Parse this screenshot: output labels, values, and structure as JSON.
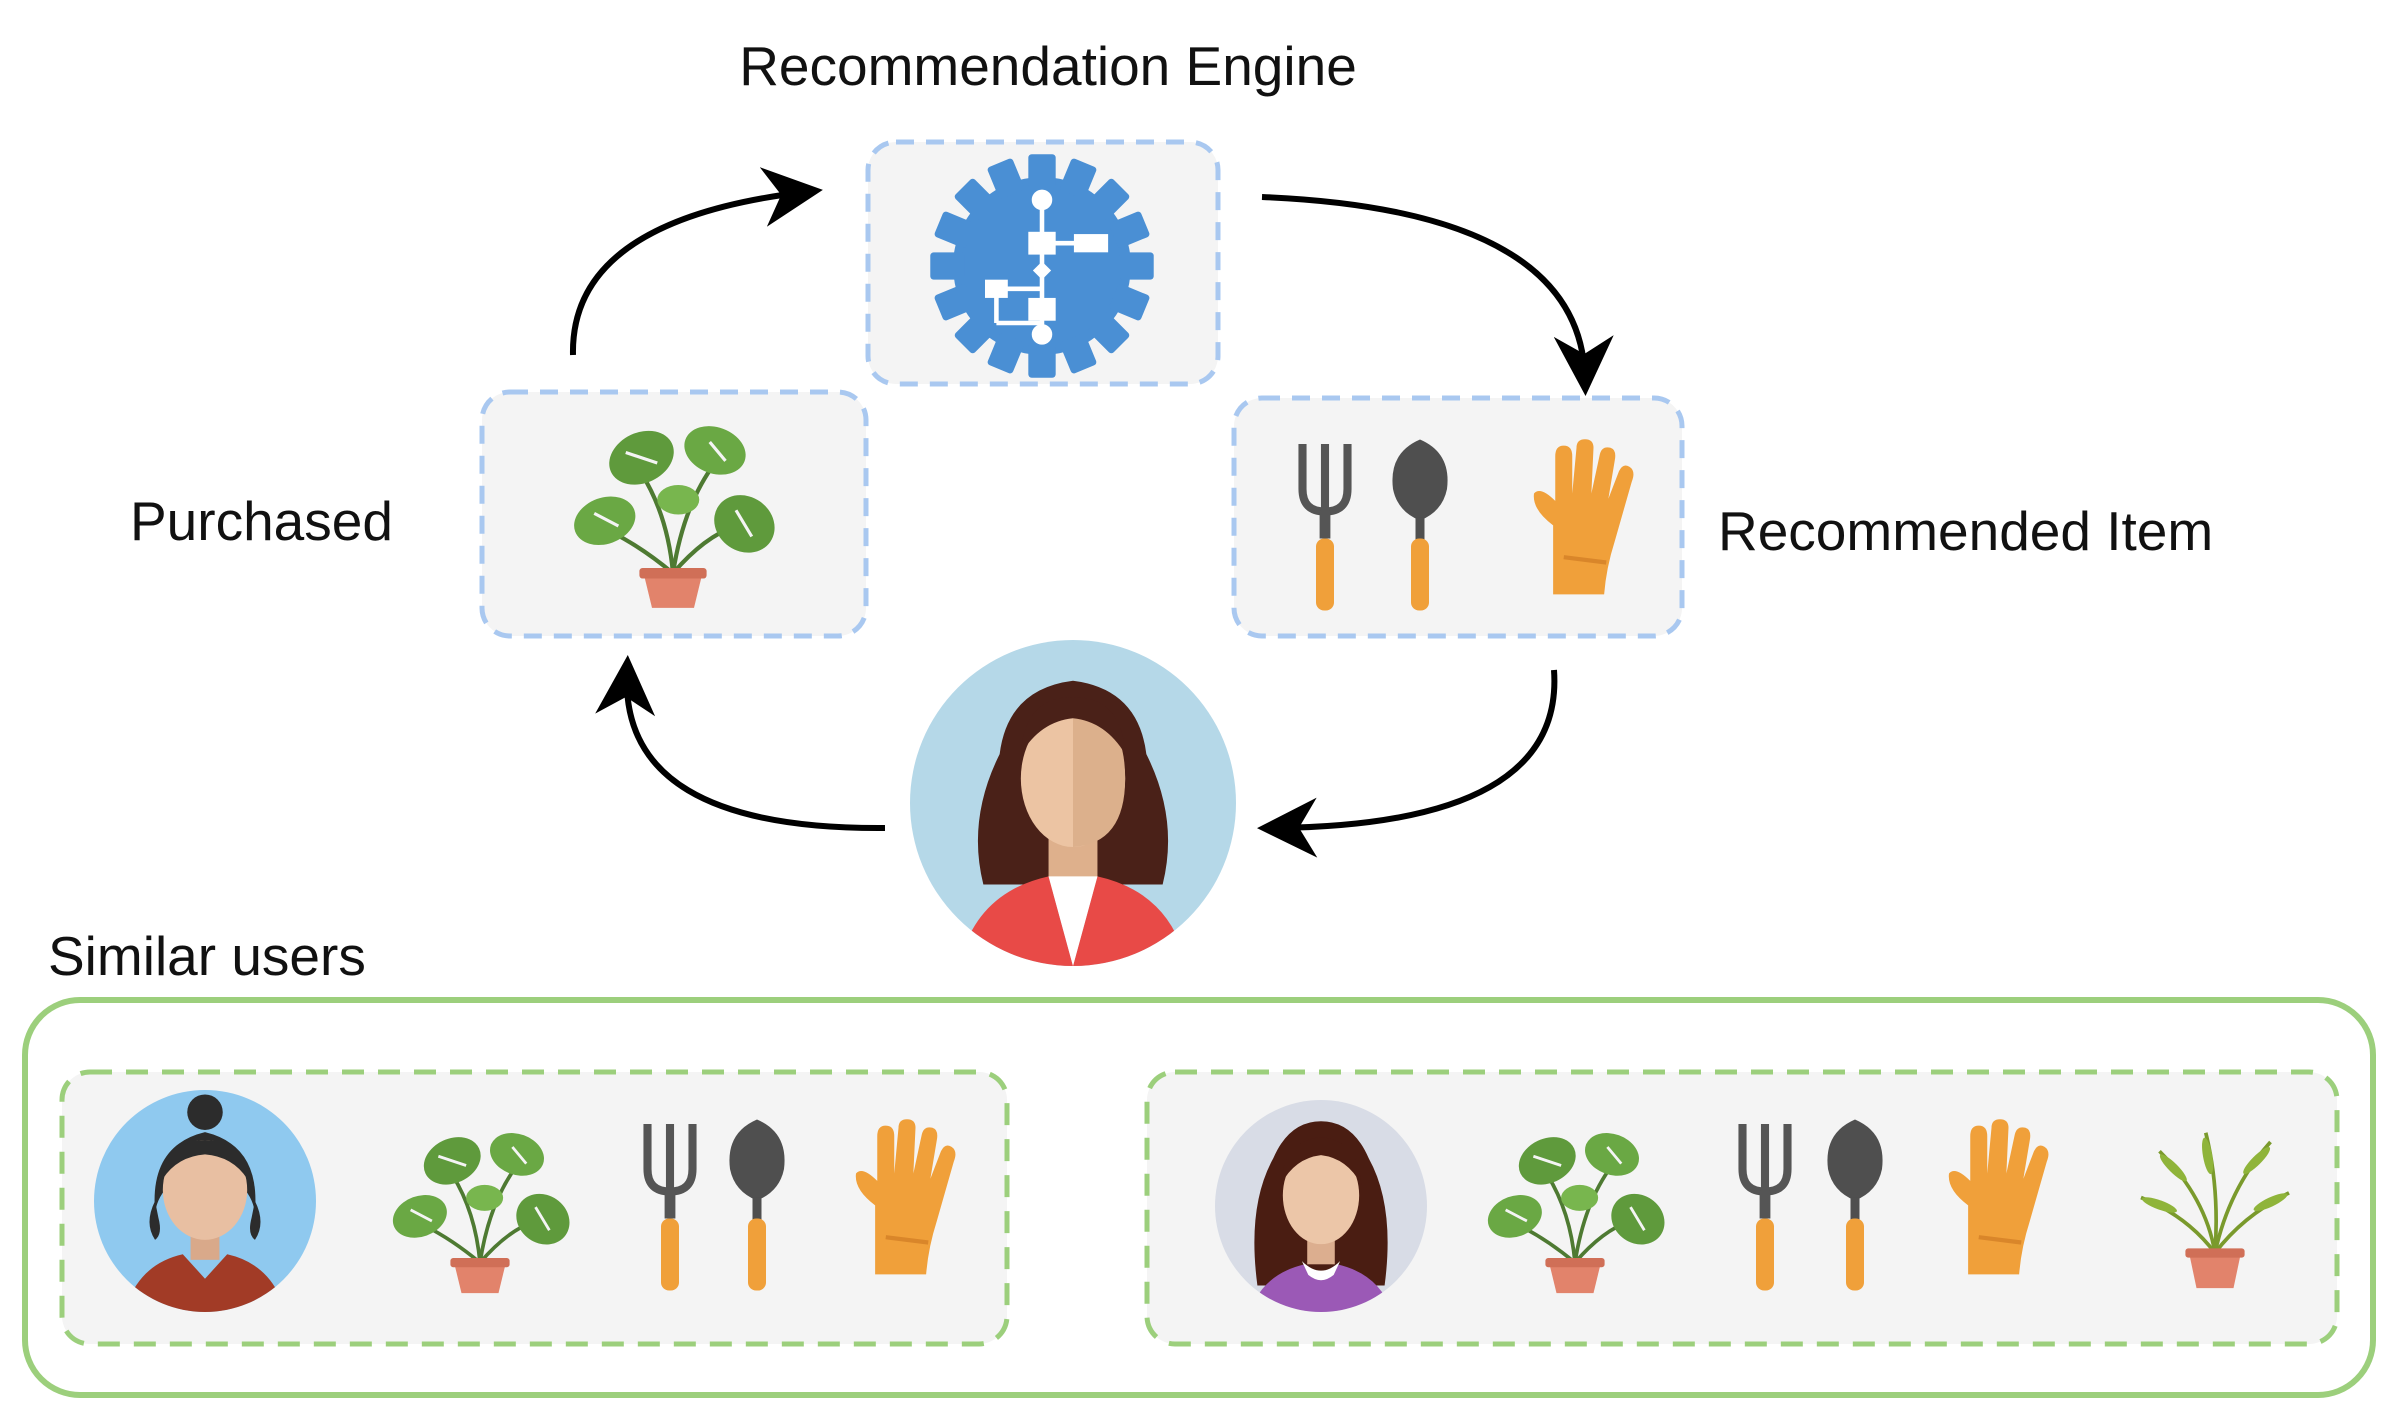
{
  "labels": {
    "engine": "Recommendation Engine",
    "purchased": "Purchased",
    "recommended": "Recommended Item",
    "similar_users": "Similar users"
  },
  "nodes": {
    "engine": {
      "icon": "gear-flowchart-icon"
    },
    "purchased": {
      "icon": "potted-monstera-plant-icon"
    },
    "recommended": {
      "icons": [
        "garden-fork-icon",
        "garden-trowel-icon",
        "gardening-glove-icon"
      ]
    },
    "user": {
      "icon": "woman-avatar-icon"
    }
  },
  "similar_users": [
    {
      "avatar": "woman-hair-bun-avatar-icon",
      "items": [
        "potted-monstera-plant-icon",
        "garden-fork-icon",
        "garden-trowel-icon",
        "gardening-glove-icon"
      ]
    },
    {
      "avatar": "woman-long-hair-avatar-icon",
      "items": [
        "potted-monstera-plant-icon",
        "garden-fork-icon",
        "garden-trowel-icon",
        "gardening-glove-icon",
        "potted-palm-plant-icon"
      ]
    }
  ],
  "colors": {
    "node_border": "#a9c8f0",
    "node_fill": "#f4f4f4",
    "group_border": "#9ccf7c",
    "gear": "#4a8fd4",
    "tool_handle": "#f0a03a",
    "leaf": "#5f9a3c",
    "pot": "#e2836b",
    "arrow": "#000000"
  }
}
